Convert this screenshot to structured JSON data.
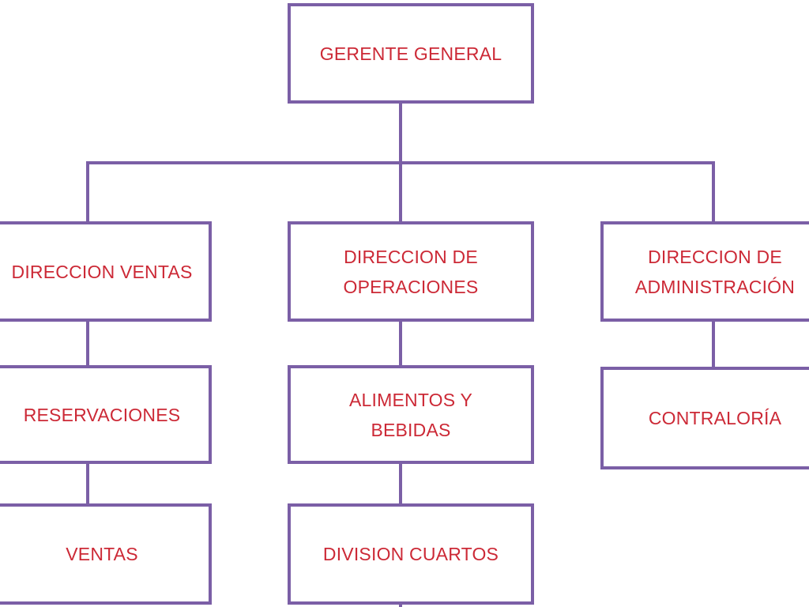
{
  "colors": {
    "border": "#7b5fa6",
    "text": "#cc2936",
    "background": "#ffffff"
  },
  "org_chart": {
    "root": {
      "label": "GERENTE GENERAL"
    },
    "directions": [
      {
        "label": "DIRECCION VENTAS",
        "children": [
          "RESERVACIONES",
          "VENTAS"
        ]
      },
      {
        "label": "DIRECCION DE\nOPERACIONES",
        "children": [
          "ALIMENTOS Y\nBEBIDAS",
          "DIVISION CUARTOS"
        ]
      },
      {
        "label": "DIRECCION DE\nADMINISTRACIÓN",
        "children": [
          "CONTRALORÍA"
        ]
      }
    ]
  }
}
